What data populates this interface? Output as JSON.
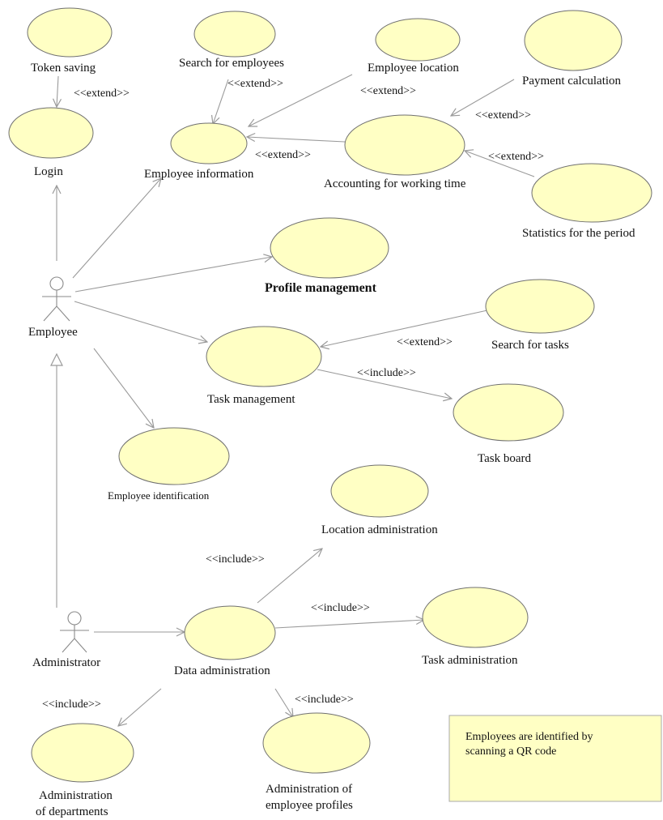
{
  "colors": {
    "usecase_fill": "#ffffc4",
    "usecase_stroke": "#707070",
    "line": "#9a9a9a",
    "note_fill": "#ffffc4",
    "note_stroke": "#a8a8a8"
  },
  "actors": {
    "employee": "Employee",
    "administrator": "Administrator"
  },
  "use_cases": {
    "token_saving": "Token saving",
    "login": "Login",
    "search_employees": "Search for employees",
    "employee_information": "Employee information",
    "employee_location": "Employee location",
    "payment_calculation": "Payment calculation",
    "accounting_working_time": "Accounting for working time",
    "statistics_period": "Statistics for the period",
    "profile_management": "Profile management",
    "search_tasks": "Search for tasks",
    "task_management": "Task management",
    "task_board": "Task board",
    "employee_identification": "Employee identification",
    "location_administration": "Location administration",
    "data_administration": "Data administration",
    "task_administration": "Task administration",
    "administration_departments_1": "Administration",
    "administration_departments_2": "of departments",
    "administration_profiles_1": "Administration of",
    "administration_profiles_2": "employee profiles"
  },
  "stereotypes": {
    "extend": "<<extend>>",
    "include": "<<include>>"
  },
  "note": {
    "line1": "Employees are identified by",
    "line2": "scanning a QR code"
  }
}
